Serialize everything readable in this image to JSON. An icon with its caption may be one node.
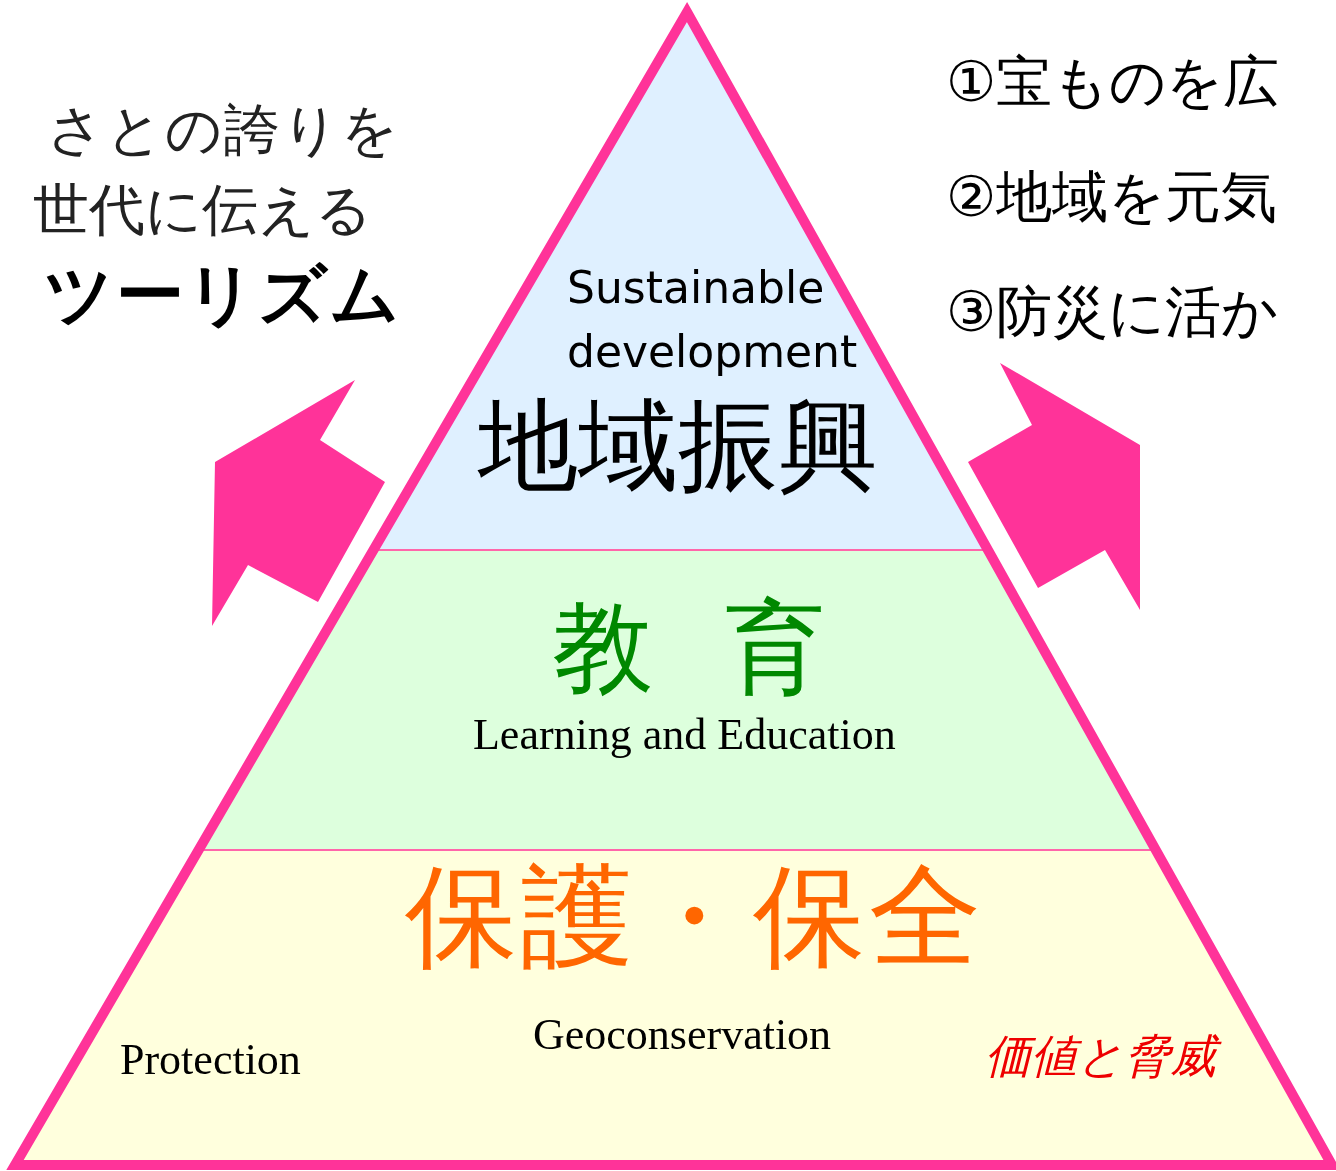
{
  "diagram": {
    "nodes": [
      {
        "text": [
          "Sustainable development",
          "地域振興"
        ]
      },
      {
        "text": [
          "教 育",
          "Learning and Education"
        ]
      },
      {
        "text": [
          "保護・保全",
          "Protection",
          "Geoconservation",
          "価値と脅威"
        ]
      }
    ],
    "labels": [
      "さとの誇りを",
      "世代に伝える",
      "ツーリズム",
      "①宝ものを広",
      "②地域を元気",
      "③防災に活か"
    ]
  }
}
